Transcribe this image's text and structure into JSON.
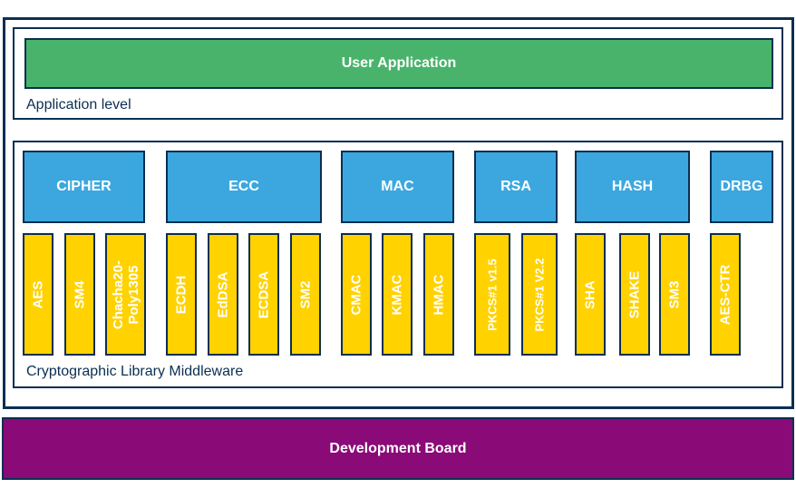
{
  "application": {
    "title": "User Application",
    "level_label": "Application level"
  },
  "middleware": {
    "label": "Cryptographic Library Middleware",
    "categories": [
      {
        "name": "CIPHER",
        "algorithms": [
          "AES",
          "SM4",
          [
            "Chacha20-",
            "Poly1305"
          ]
        ]
      },
      {
        "name": "ECC",
        "algorithms": [
          "ECDH",
          "EdDSA",
          "ECDSA",
          "SM2"
        ]
      },
      {
        "name": "MAC",
        "algorithms": [
          "CMAC",
          "KMAC",
          "HMAC"
        ]
      },
      {
        "name": "RSA",
        "algorithms": [
          "PKCS#1 v1.5",
          "PKCS#1 V2.2"
        ]
      },
      {
        "name": "HASH",
        "algorithms": [
          "SHA",
          "SHAKE",
          "SM3"
        ]
      },
      {
        "name": "DRBG",
        "algorithms": [
          "AES-CTR"
        ]
      }
    ]
  },
  "board": {
    "title": "Development Board"
  },
  "colors": {
    "frame": "#0b2f52",
    "application": "#49b36b",
    "category": "#3ca7df",
    "algorithm": "#ffd200",
    "board": "#8a0a77"
  }
}
